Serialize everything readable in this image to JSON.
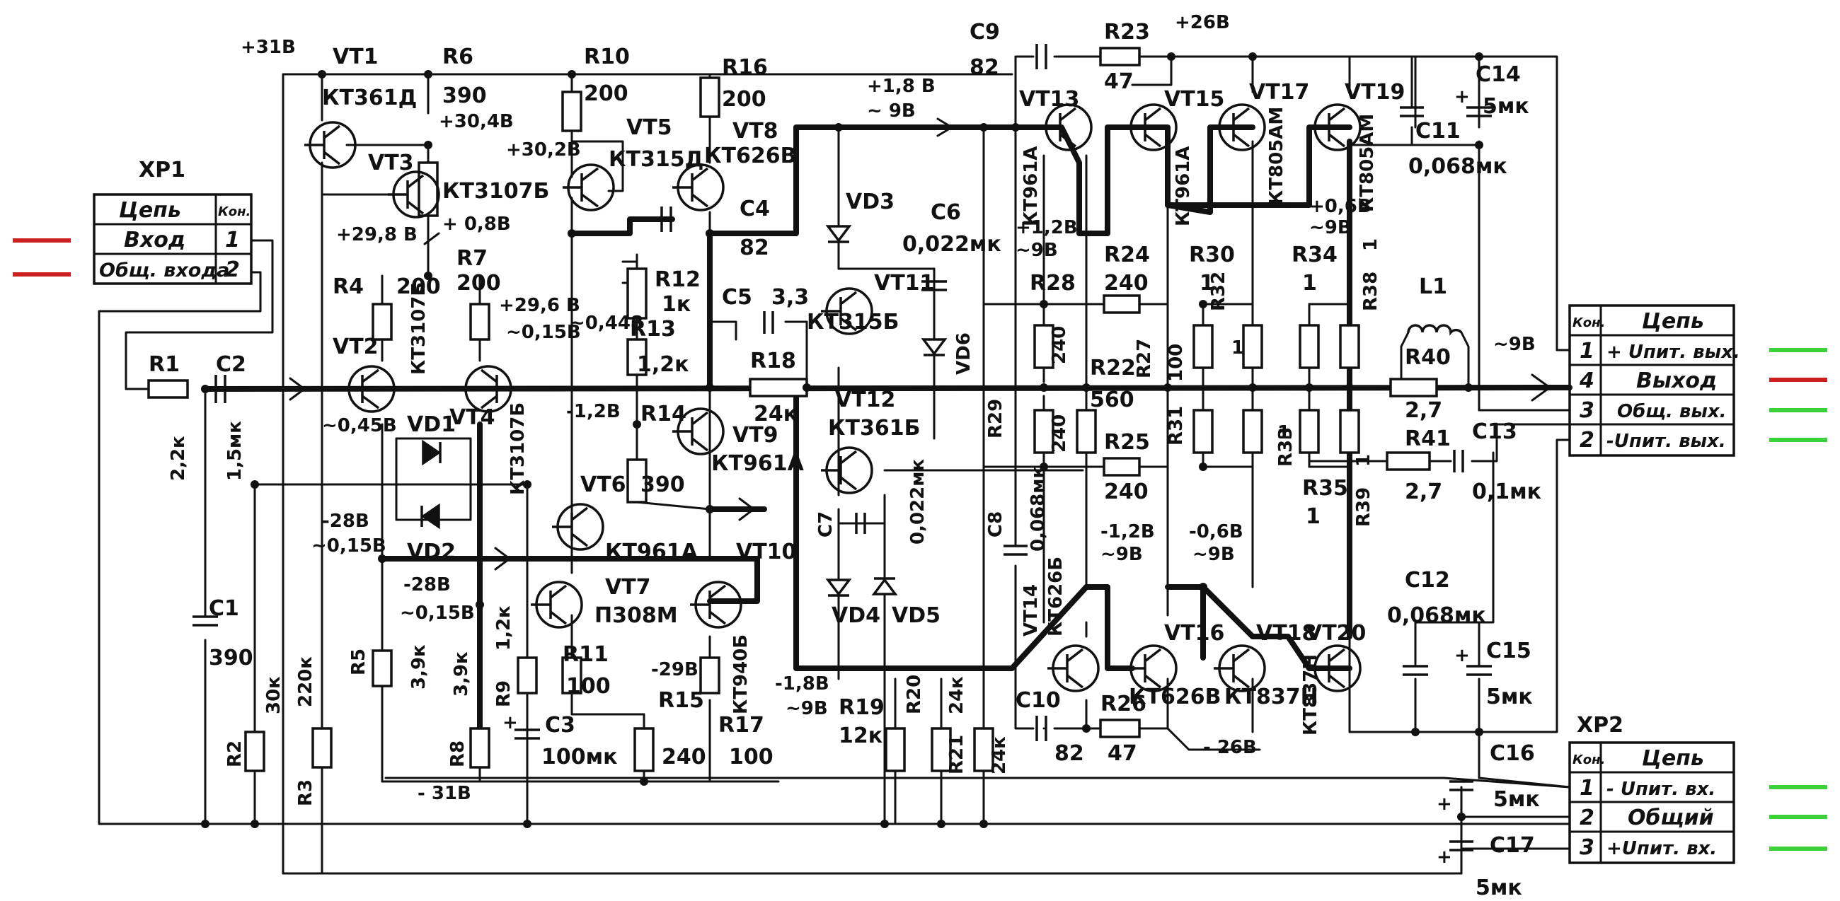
{
  "xp1": {
    "title": "XP1",
    "h_circuit": "Цепь",
    "h_contact": "Кон.",
    "rows": [
      {
        "name": "Вход",
        "pin": "1"
      },
      {
        "name": "Общ. входа",
        "pin": "2"
      }
    ]
  },
  "xp2": {
    "title": "XP2",
    "h_contact": "Кон.",
    "h_circuit": "Цепь",
    "rows": [
      {
        "pin": "1",
        "name": "- Uпит. вх."
      },
      {
        "pin": "2",
        "name": "Общий"
      },
      {
        "pin": "3",
        "name": "+Uпит. вх."
      }
    ]
  },
  "xp3": {
    "h_contact": "Кон.",
    "h_circuit": "Цепь",
    "rows": [
      {
        "pin": "1",
        "name": "+ Uпит. вых."
      },
      {
        "pin": "4",
        "name": "Выход"
      },
      {
        "pin": "3",
        "name": "Общ. вых."
      },
      {
        "pin": "2",
        "name": "-Uпит. вых."
      }
    ]
  },
  "markers": {
    "red": "#cc1f1f",
    "green": "#3ad13a"
  },
  "labels": [
    {
      "id": "vt1",
      "t": "VT1"
    },
    {
      "id": "vt1v",
      "t": "КТ361Д"
    },
    {
      "id": "r6",
      "t": "R6"
    },
    {
      "id": "r6v",
      "t": "390"
    },
    {
      "id": "r10",
      "t": "R10"
    },
    {
      "id": "r10v",
      "t": "200"
    },
    {
      "id": "r16",
      "t": "R16"
    },
    {
      "id": "r16v",
      "t": "200"
    },
    {
      "id": "c9",
      "t": "C9"
    },
    {
      "id": "c9v",
      "t": "82"
    },
    {
      "id": "r23",
      "t": "R23"
    },
    {
      "id": "r23v",
      "t": "47"
    },
    {
      "id": "v_p26",
      "t": "+26В"
    },
    {
      "id": "v_p31",
      "t": "+31В"
    },
    {
      "id": "v_p304",
      "t": "+30,4В"
    },
    {
      "id": "vt3",
      "t": "VT3"
    },
    {
      "id": "vt3v",
      "t": "КТ3107Б"
    },
    {
      "id": "v_p302",
      "t": "+30,2В"
    },
    {
      "id": "vt5",
      "t": "VT5"
    },
    {
      "id": "vt5v",
      "t": "КТ315Д"
    },
    {
      "id": "vt8",
      "t": "VT8"
    },
    {
      "id": "vt8v",
      "t": "КТ626В"
    },
    {
      "id": "v_p18",
      "t": "+1,8 В"
    },
    {
      "id": "v_9a",
      "t": "~ 9В"
    },
    {
      "id": "vt13",
      "t": "VT13"
    },
    {
      "id": "vt13v",
      "t": "КТ961А"
    },
    {
      "id": "vt15",
      "t": "VT15"
    },
    {
      "id": "vt15v",
      "t": "КТ961А"
    },
    {
      "id": "vt17",
      "t": "VT17"
    },
    {
      "id": "vt17v",
      "t": "КТ805АМ"
    },
    {
      "id": "vt19",
      "t": "VT19"
    },
    {
      "id": "vt19v",
      "t": "КТ805АМ"
    },
    {
      "id": "c14",
      "t": "C14"
    },
    {
      "id": "c14v",
      "t": "5мк"
    },
    {
      "id": "c11",
      "t": "C11"
    },
    {
      "id": "c11v",
      "t": "0,068мк"
    },
    {
      "id": "v_p298",
      "t": "+29,8 В"
    },
    {
      "id": "v_p08",
      "t": "+ 0,8В"
    },
    {
      "id": "c4",
      "t": "C4"
    },
    {
      "id": "c4v",
      "t": "82"
    },
    {
      "id": "vd3",
      "t": "VD3"
    },
    {
      "id": "c6",
      "t": "C6"
    },
    {
      "id": "c6v",
      "t": "0,022мк"
    },
    {
      "id": "v_p06",
      "t": "+0,6В"
    },
    {
      "id": "v_9b",
      "t": "~9В"
    },
    {
      "id": "v_p12",
      "t": "+1,2В"
    },
    {
      "id": "v_9c",
      "t": "~9В"
    },
    {
      "id": "r4",
      "t": "R4"
    },
    {
      "id": "r4v",
      "t": "200"
    },
    {
      "id": "r7",
      "t": "R7"
    },
    {
      "id": "r7v",
      "t": "200"
    },
    {
      "id": "v_p296",
      "t": "+29,6 В"
    },
    {
      "id": "v_015a",
      "t": "~0,15В"
    },
    {
      "id": "r12",
      "t": "R12"
    },
    {
      "id": "r12v",
      "t": "1к"
    },
    {
      "id": "vt11",
      "t": "VT11"
    },
    {
      "id": "vt11v",
      "t": "КТ315Б"
    },
    {
      "id": "r24",
      "t": "R24"
    },
    {
      "id": "r24v",
      "t": "240"
    },
    {
      "id": "r28",
      "t": "R28"
    },
    {
      "id": "r28v",
      "t": "240"
    },
    {
      "id": "r30",
      "t": "R30"
    },
    {
      "id": "r30v",
      "t": "1"
    },
    {
      "id": "r34",
      "t": "R34"
    },
    {
      "id": "r34v",
      "t": "1"
    },
    {
      "id": "r38",
      "t": "R38"
    },
    {
      "id": "r38v",
      "t": "1"
    },
    {
      "id": "l1",
      "t": "L1"
    },
    {
      "id": "vt2",
      "t": "VT2"
    },
    {
      "id": "vt2v",
      "t": "КТ3107Б"
    },
    {
      "id": "v_0448",
      "t": "~0,448"
    },
    {
      "id": "r13",
      "t": "R13"
    },
    {
      "id": "r13v",
      "t": "1,2к"
    },
    {
      "id": "c5",
      "t": "C5"
    },
    {
      "id": "c5v",
      "t": "3,3"
    },
    {
      "id": "vd6",
      "t": "VD6"
    },
    {
      "id": "r32",
      "t": "R32"
    },
    {
      "id": "r32v",
      "t": "1"
    },
    {
      "id": "v_9d",
      "t": "~9В"
    },
    {
      "id": "r1",
      "t": "R1"
    },
    {
      "id": "c2",
      "t": "C2"
    },
    {
      "id": "vt4",
      "t": "VT4"
    },
    {
      "id": "vt4v",
      "t": "КТ3107Б"
    },
    {
      "id": "r18",
      "t": "R18"
    },
    {
      "id": "r18v",
      "t": "24к"
    },
    {
      "id": "r22",
      "t": "R22"
    },
    {
      "id": "r22v",
      "t": "560"
    },
    {
      "id": "r27",
      "t": "R27"
    },
    {
      "id": "r27v",
      "t": "100"
    },
    {
      "id": "r40",
      "t": "R40"
    },
    {
      "id": "r40v",
      "t": "2,7"
    },
    {
      "id": "v_045",
      "t": "~0,45В"
    },
    {
      "id": "vd1",
      "t": "VD1"
    },
    {
      "id": "v_m12a",
      "t": "-1,2В"
    },
    {
      "id": "r14",
      "t": "R14"
    },
    {
      "id": "vt12",
      "t": "VT12"
    },
    {
      "id": "vt12v",
      "t": "КТ361Б"
    },
    {
      "id": "vt9",
      "t": "VT9"
    },
    {
      "id": "vt9v",
      "t": "КТ961А"
    },
    {
      "id": "r1v",
      "t": "2,2к"
    },
    {
      "id": "c2v",
      "t": "1,5мк"
    },
    {
      "id": "r29",
      "t": "R29"
    },
    {
      "id": "r31",
      "t": "R31"
    },
    {
      "id": "r33",
      "t": "R33"
    },
    {
      "id": "r33v",
      "t": "1"
    },
    {
      "id": "r41",
      "t": "R41"
    },
    {
      "id": "r41v",
      "t": "2,7"
    },
    {
      "id": "c13",
      "t": "C13"
    },
    {
      "id": "c13v",
      "t": "0,1мк"
    },
    {
      "id": "r25",
      "t": "R25"
    },
    {
      "id": "r25v",
      "t": "240"
    },
    {
      "id": "r14v",
      "t": "390"
    },
    {
      "id": "vt6",
      "t": "VT6"
    },
    {
      "id": "r35",
      "t": "R35"
    },
    {
      "id": "r35v",
      "t": "1"
    },
    {
      "id": "r39",
      "t": "R39"
    },
    {
      "id": "r39v",
      "t": "1"
    },
    {
      "id": "r26x",
      "t": "240"
    },
    {
      "id": "v_m28a",
      "t": "-28В"
    },
    {
      "id": "v_015b",
      "t": "~0,15В"
    },
    {
      "id": "vd2",
      "t": "VD2"
    },
    {
      "id": "c7",
      "t": "C7"
    },
    {
      "id": "c7v",
      "t": "0,022мк"
    },
    {
      "id": "c8",
      "t": "C8"
    },
    {
      "id": "c8v",
      "t": "0,068мк"
    },
    {
      "id": "v_m12b",
      "t": "-1,2В"
    },
    {
      "id": "v_9e",
      "t": "~9В"
    },
    {
      "id": "v_m06",
      "t": "-0,6В"
    },
    {
      "id": "v_9f",
      "t": "~9В"
    },
    {
      "id": "vt6v",
      "t": "КТ961А"
    },
    {
      "id": "vt10",
      "t": "VT10"
    },
    {
      "id": "c12",
      "t": "C12"
    },
    {
      "id": "c12v",
      "t": "0,068мк"
    },
    {
      "id": "c1",
      "t": "C1"
    },
    {
      "id": "c1v",
      "t": "390"
    },
    {
      "id": "v_m28b",
      "t": "-28В"
    },
    {
      "id": "v_015c",
      "t": "~0,15В"
    },
    {
      "id": "vt7",
      "t": "VT7"
    },
    {
      "id": "vt7v",
      "t": "П308М"
    },
    {
      "id": "vt14",
      "t": "VT14"
    },
    {
      "id": "vt14v",
      "t": "КТ626Б"
    },
    {
      "id": "vd4",
      "t": "VD4"
    },
    {
      "id": "vd5",
      "t": "VD5"
    },
    {
      "id": "vt16",
      "t": "VT16"
    },
    {
      "id": "vt18",
      "t": "VT18"
    },
    {
      "id": "vt20",
      "t": "VT20"
    },
    {
      "id": "vt20v",
      "t": "КТ837Н"
    },
    {
      "id": "c15",
      "t": "C15"
    },
    {
      "id": "c15v",
      "t": "5мк"
    },
    {
      "id": "r2",
      "t": "R2"
    },
    {
      "id": "r2v",
      "t": "30к"
    },
    {
      "id": "r3",
      "t": "R3"
    },
    {
      "id": "r3v",
      "t": "220к"
    },
    {
      "id": "r5",
      "t": "R5"
    },
    {
      "id": "r5v",
      "t": "3,9к"
    },
    {
      "id": "r8",
      "t": "R8"
    },
    {
      "id": "r8v",
      "t": "3,9к"
    },
    {
      "id": "r9",
      "t": "R9"
    },
    {
      "id": "r9v",
      "t": "1,2к"
    },
    {
      "id": "r11",
      "t": "R11"
    },
    {
      "id": "r11v",
      "t": "100"
    },
    {
      "id": "v_m29",
      "t": "-29В"
    },
    {
      "id": "vt10v",
      "t": "КТ940Б"
    },
    {
      "id": "v_m18",
      "t": "-1,8В"
    },
    {
      "id": "v_9g",
      "t": "~9В"
    },
    {
      "id": "r19",
      "t": "R19"
    },
    {
      "id": "r19v",
      "t": "12к"
    },
    {
      "id": "r20",
      "t": "R20"
    },
    {
      "id": "r20v",
      "t": "24к"
    },
    {
      "id": "r21",
      "t": "R21"
    },
    {
      "id": "r21v",
      "t": "24к"
    },
    {
      "id": "vt16v",
      "t": "КТ626В"
    },
    {
      "id": "vt18v",
      "t": "КТ837Н"
    },
    {
      "id": "c3",
      "t": "C3"
    },
    {
      "id": "c3v",
      "t": "100мк"
    },
    {
      "id": "r15",
      "t": "R15"
    },
    {
      "id": "r15v",
      "t": "240"
    },
    {
      "id": "r17",
      "t": "R17"
    },
    {
      "id": "r17v",
      "t": "100"
    },
    {
      "id": "c10",
      "t": "C10"
    },
    {
      "id": "c10v",
      "t": "82"
    },
    {
      "id": "r26",
      "t": "R26"
    },
    {
      "id": "r26v",
      "t": "47"
    },
    {
      "id": "v_m26",
      "t": "- 26В"
    },
    {
      "id": "c16",
      "t": "C16"
    },
    {
      "id": "c16v",
      "t": "5мк"
    },
    {
      "id": "v_m31",
      "t": "- 31В"
    },
    {
      "id": "c17",
      "t": "C17"
    },
    {
      "id": "c17v",
      "t": "5мк"
    }
  ]
}
